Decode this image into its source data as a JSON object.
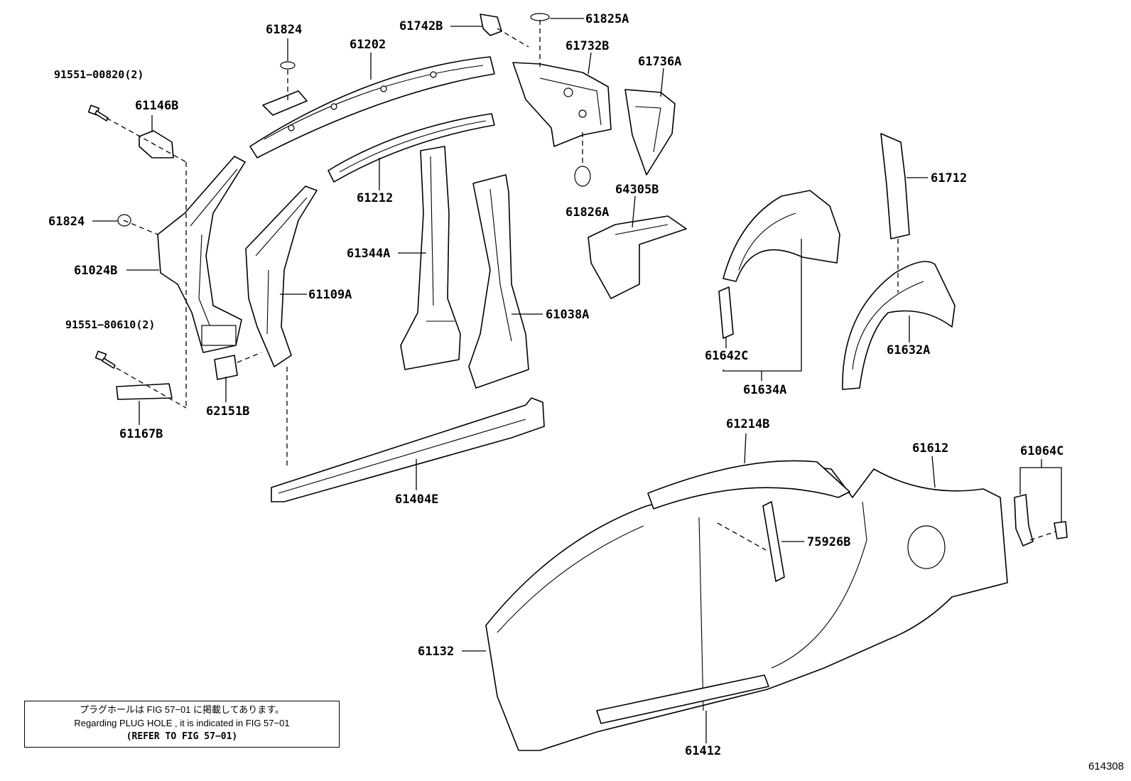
{
  "figure_code": "614308",
  "note": {
    "line_ja": "プラグホールは FIG 57−01 に掲載してあります。",
    "line_en": "Regarding PLUG HOLE , it is indicated in FIG 57−01",
    "line_ref": "(REFER TO FIG 57−01)"
  },
  "parts": {
    "p61824_top": "61824",
    "p61202": "61202",
    "p61742B": "61742B",
    "p61825A": "61825A",
    "p61732B": "61732B",
    "p61736A": "61736A",
    "p91551_00820": "91551−00820(2)",
    "p61146B": "61146B",
    "p61824_left": "61824",
    "p61024B": "61024B",
    "p61212": "61212",
    "p61344A": "61344A",
    "p61109A": "61109A",
    "p61038A": "61038A",
    "p61826A": "61826A",
    "p64305B": "64305B",
    "p61712": "61712",
    "p91551_80610": "91551−80610(2)",
    "p62151B": "62151B",
    "p61167B": "61167B",
    "p61642C": "61642C",
    "p61632A": "61632A",
    "p61634A": "61634A",
    "p61404E": "61404E",
    "p61214B": "61214B",
    "p61612": "61612",
    "p61064C": "61064C",
    "p75926B": "75926B",
    "p61132": "61132",
    "p61412": "61412"
  }
}
